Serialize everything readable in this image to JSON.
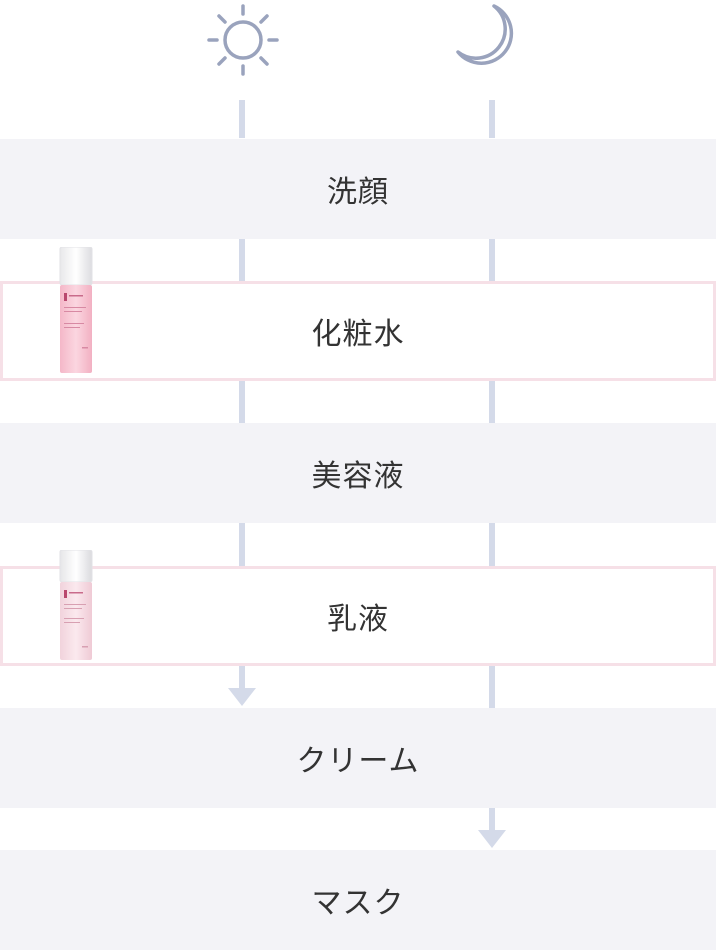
{
  "header": {
    "day_icon": "sun-icon",
    "night_icon": "moon-icon"
  },
  "steps": [
    {
      "label": "洗顔",
      "highlight": false
    },
    {
      "label": "化粧水",
      "highlight": true,
      "product": "lotion-bottle"
    },
    {
      "label": "美容液",
      "highlight": false
    },
    {
      "label": "乳液",
      "highlight": true,
      "product": "emulsion-bottle"
    },
    {
      "label": "クリーム",
      "highlight": false
    },
    {
      "label": "マスク",
      "highlight": false
    }
  ],
  "routine": {
    "morning_ends_at": "クリーム",
    "night_ends_at": "マスク"
  },
  "colors": {
    "icon": "#9aa3bd",
    "connector": "#d4dae9",
    "step_bg": "#f3f3f7",
    "highlight_border": "#f6e0e7",
    "text": "#333333"
  }
}
